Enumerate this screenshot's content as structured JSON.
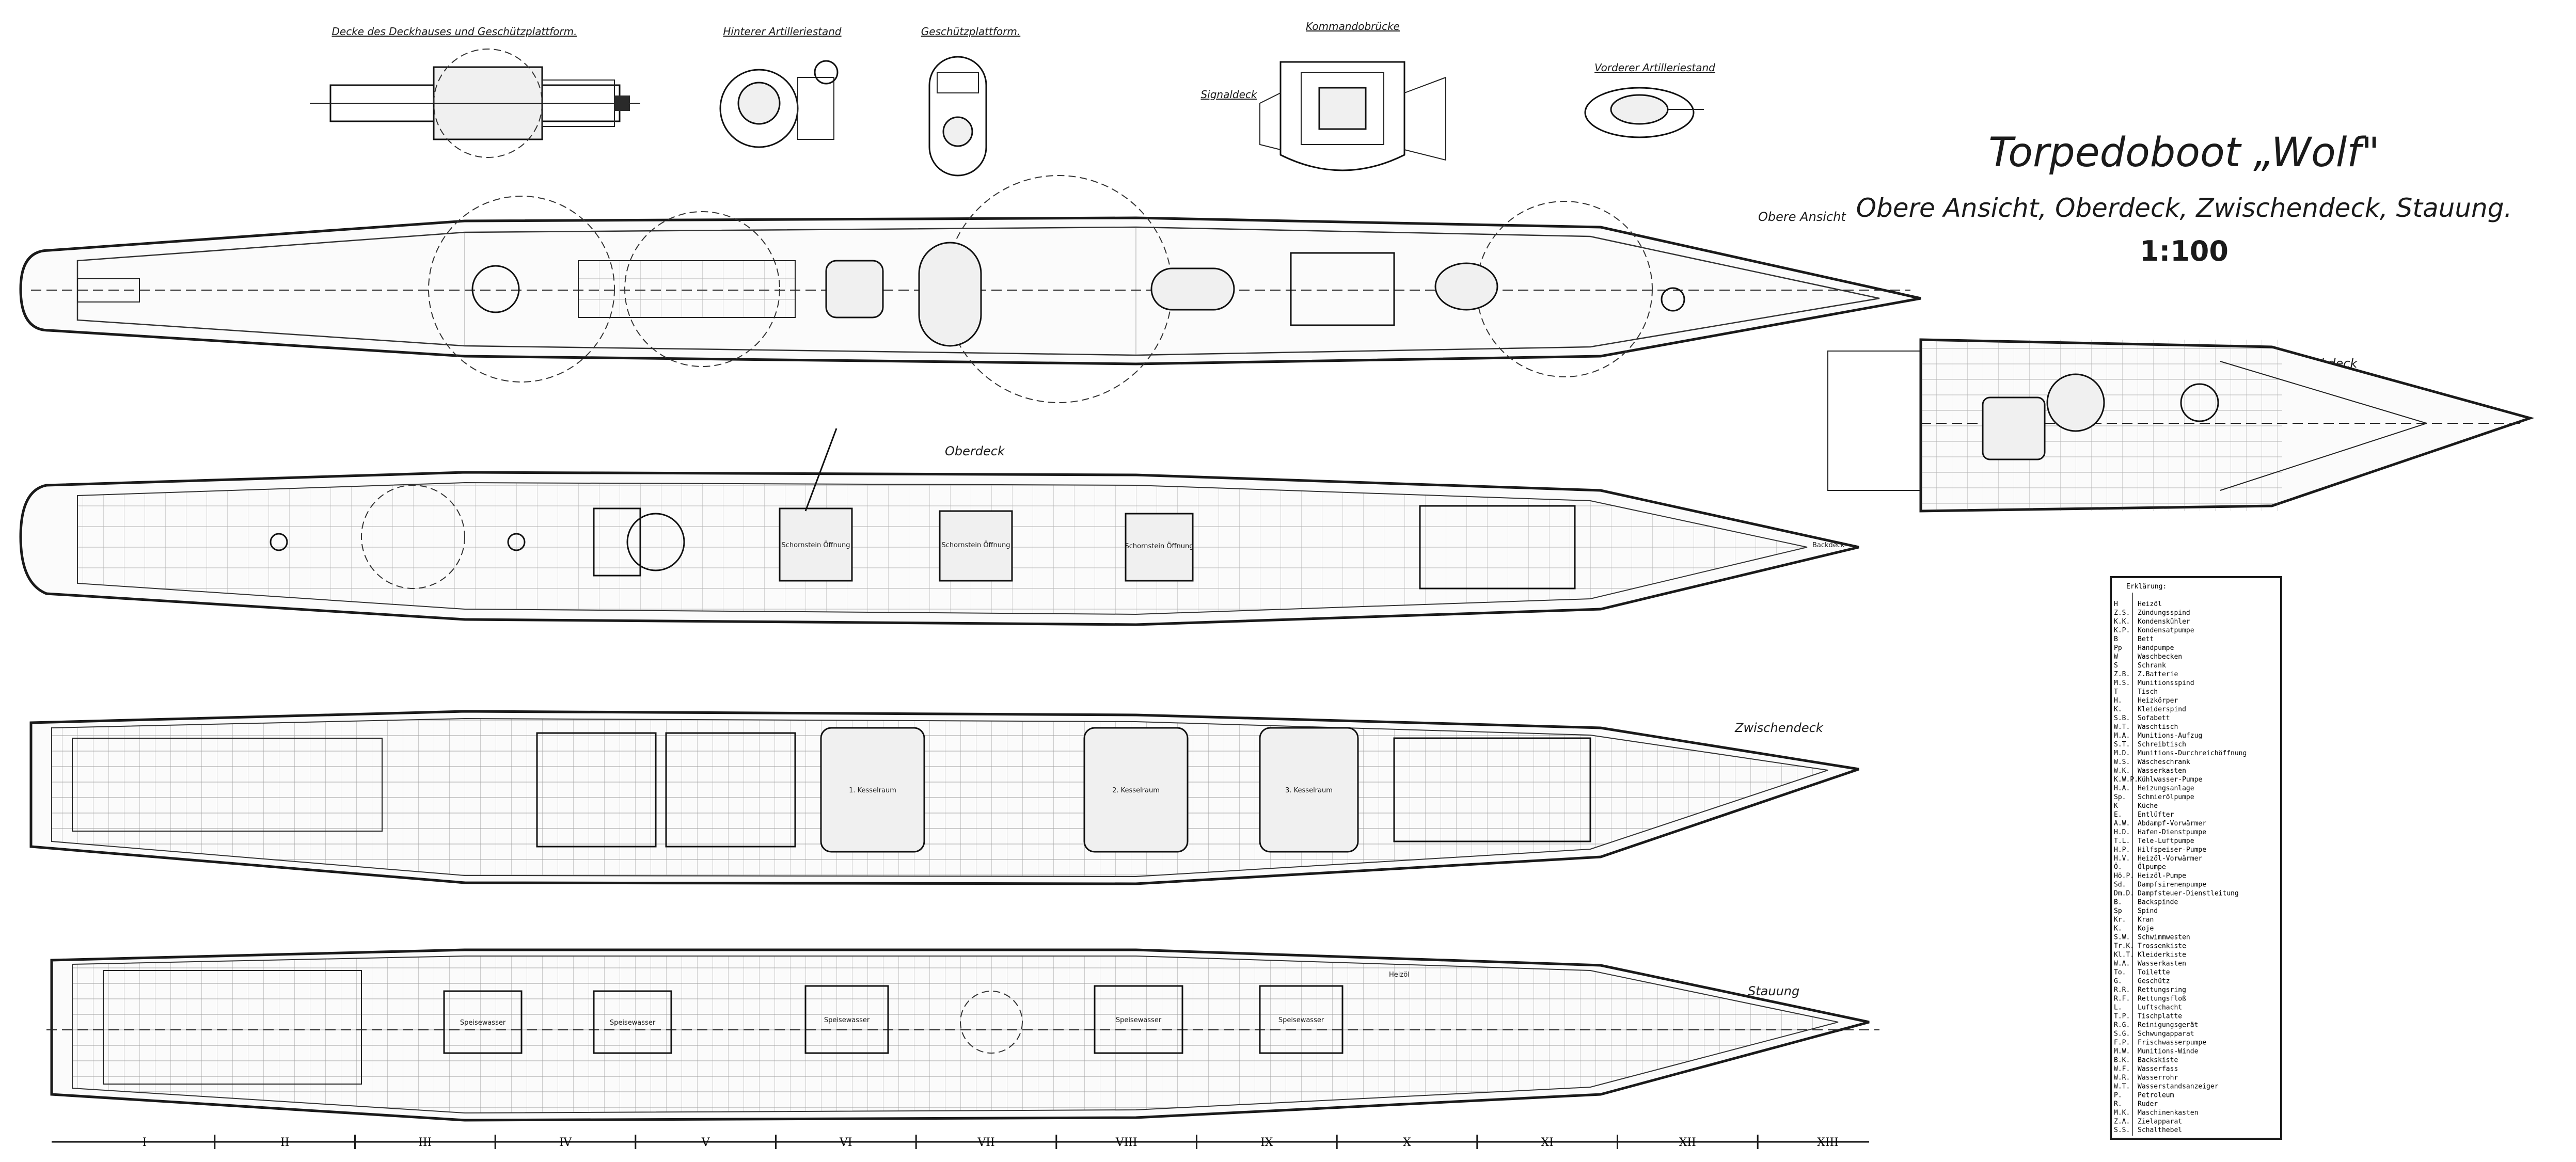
{
  "title": {
    "name": "Torpedoboot „Wolf\"",
    "subtitle": "Obere Ansicht, Oberdeck, Zwischendeck, Stauung.",
    "scale": "1:100"
  },
  "detail_labels": {
    "deckhouse": "Decke des Deckhauses und Geschützplattform.",
    "aft_gun": "Hinterer Artilleriestand",
    "gun_platform": "Geschützplattform.",
    "bridge": "Kommandobrücke",
    "signal_deck": "Signaldeck",
    "fwd_gun": "Vorderer Artilleriestand"
  },
  "view_labels": {
    "top": "Obere Ansicht",
    "upper": "Oberdeck",
    "between": "Zwischendeck",
    "hold": "Stauung",
    "forecastle": "Backdeck"
  },
  "rooms": {
    "c1": "Schornstein Öffnung",
    "c2": "Schornstein Öffnung",
    "c3": "Schornstein Öffnung",
    "k1": "1. Kesselraum",
    "k2": "2. Kesselraum",
    "k3": "3. Kesselraum",
    "w1": "Speisewasser",
    "w2": "Speisewasser",
    "w3": "Speisewasser",
    "w4": "Speisewasser",
    "w5": "Speisewasser",
    "back": "Backdeck",
    "heizol": "Heizöl"
  },
  "legend": {
    "heading": "Erklärung:",
    "rows": [
      {
        "k": "H",
        "v": "Heizöl"
      },
      {
        "k": "Z.S.",
        "v": "Zündungsspind"
      },
      {
        "k": "K.K.",
        "v": "Kondenskühler"
      },
      {
        "k": "K.P.",
        "v": "Kondensatpumpe"
      },
      {
        "k": "B",
        "v": "Bett"
      },
      {
        "k": "Pp",
        "v": "Handpumpe"
      },
      {
        "k": "W",
        "v": "Waschbecken"
      },
      {
        "k": "S",
        "v": "Schrank"
      },
      {
        "k": "Z.B.",
        "v": "Z.Batterie"
      },
      {
        "k": "M.S.",
        "v": "Munitionsspind"
      },
      {
        "k": "T",
        "v": "Tisch"
      },
      {
        "k": "H.",
        "v": "Heizkörper"
      },
      {
        "k": "K.",
        "v": "Kleiderspind"
      },
      {
        "k": "S.B.",
        "v": "Sofabett"
      },
      {
        "k": "W.T.",
        "v": "Waschtisch"
      },
      {
        "k": "M.A.",
        "v": "Munitions-Aufzug"
      },
      {
        "k": "S.T.",
        "v": "Schreibtisch"
      },
      {
        "k": "M.D.",
        "v": "Munitions-Durchreichöffnung"
      },
      {
        "k": "W.S.",
        "v": "Wäscheschrank"
      },
      {
        "k": "W.K.",
        "v": "Wasserkasten"
      },
      {
        "k": "K.W.P.",
        "v": "Kühlwasser-Pumpe"
      },
      {
        "k": "H.A.",
        "v": "Heizungsanlage"
      },
      {
        "k": "Sp.",
        "v": "Schmierölpumpe"
      },
      {
        "k": "K",
        "v": "Küche"
      },
      {
        "k": "E.",
        "v": "Entlüfter"
      },
      {
        "k": "A.W.",
        "v": "Abdampf-Vorwärmer"
      },
      {
        "k": "H.D.",
        "v": "Hafen-Dienstpumpe"
      },
      {
        "k": "T.L.",
        "v": "Tele-Luftpumpe"
      },
      {
        "k": "H.P.",
        "v": "Hilfspeiser-Pumpe"
      },
      {
        "k": "H.V.",
        "v": "Heizöl-Vorwärmer"
      },
      {
        "k": "Ö.",
        "v": "Ölpumpe"
      },
      {
        "k": "Hö.P.",
        "v": "Heizöl-Pumpe"
      },
      {
        "k": "Sd.",
        "v": "Dampfsirenenpumpe"
      },
      {
        "k": "Dm.D.",
        "v": "Dampfsteuer-Dienstleitung"
      },
      {
        "k": "B.",
        "v": "Backspinde"
      },
      {
        "k": "Sp",
        "v": "Spind"
      },
      {
        "k": "Kr.",
        "v": "Kran"
      },
      {
        "k": "K.",
        "v": "Koje"
      },
      {
        "k": "S.W.",
        "v": "Schwimmwesten"
      },
      {
        "k": "Tr.K.",
        "v": "Trossenkiste"
      },
      {
        "k": "Kl.T.",
        "v": "Kleiderkiste"
      },
      {
        "k": "W.A.",
        "v": "Wasserkasten"
      },
      {
        "k": "To.",
        "v": "Toilette"
      },
      {
        "k": "G.",
        "v": "Geschütz"
      },
      {
        "k": "R.R.",
        "v": "Rettungsring"
      },
      {
        "k": "R.F.",
        "v": "Rettungsfloß"
      },
      {
        "k": "L.",
        "v": "Luftschacht"
      },
      {
        "k": "T.P.",
        "v": "Tischplatte"
      },
      {
        "k": "R.G.",
        "v": "Reinigungsgerät"
      },
      {
        "k": "S.G.",
        "v": "Schwungapparat"
      },
      {
        "k": "F.P.",
        "v": "Frischwasserpumpe"
      },
      {
        "k": "M.W.",
        "v": "Munitions-Winde"
      },
      {
        "k": "B.K.",
        "v": "Backskiste"
      },
      {
        "k": "W.F.",
        "v": "Wasserfass"
      },
      {
        "k": "W.R.",
        "v": "Wasserrohr"
      },
      {
        "k": "W.T.",
        "v": "Wasserstandsanzeiger"
      },
      {
        "k": "P.",
        "v": "Petroleum"
      },
      {
        "k": "R.",
        "v": "Ruder"
      },
      {
        "k": "M.K.",
        "v": "Maschinenkasten"
      },
      {
        "k": "Z.A.",
        "v": "Zielapparat"
      },
      {
        "k": "S.S.",
        "v": "Schalthebel"
      }
    ]
  },
  "sections": [
    "I",
    "II",
    "III",
    "IV",
    "V",
    "VI",
    "VII",
    "VIII",
    "IX",
    "X",
    "XI",
    "XII",
    "XIII"
  ],
  "colors": {
    "ink": "#1a1a1a",
    "paper": "#ffffff"
  }
}
